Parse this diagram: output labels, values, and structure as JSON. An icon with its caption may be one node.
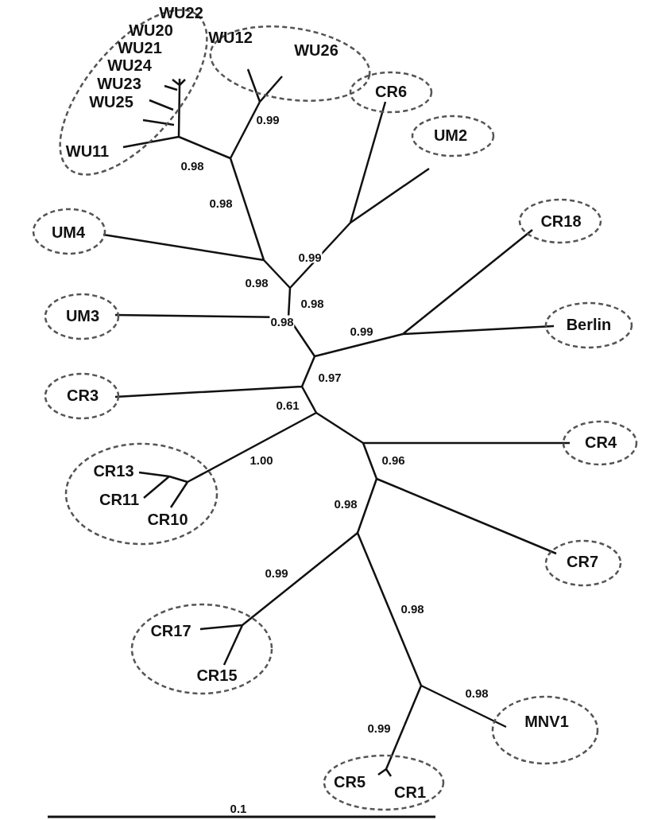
{
  "diagram": {
    "nodes": [
      {
        "text": [
          "WU22",
          "WU20",
          "WU21",
          "WU24",
          "WU23",
          "WU25",
          "WU11"
        ]
      },
      {
        "text": [
          "WU12",
          "WU26"
        ]
      },
      {
        "text": [
          "CR6"
        ]
      },
      {
        "text": [
          "UM2"
        ]
      },
      {
        "text": [
          "CR18"
        ]
      },
      {
        "text": [
          "UM4"
        ]
      },
      {
        "text": [
          "UM3"
        ]
      },
      {
        "text": [
          "Berlin"
        ]
      },
      {
        "text": [
          "CR3"
        ]
      },
      {
        "text": [
          "CR4"
        ]
      },
      {
        "text": [
          "CR13",
          "CR11",
          "CR10"
        ]
      },
      {
        "text": [
          "CR7"
        ]
      },
      {
        "text": [
          "CR17",
          "CR15"
        ]
      },
      {
        "text": [
          "MNV1"
        ]
      },
      {
        "text": [
          "CR5",
          "CR1"
        ]
      }
    ],
    "labels": [
      "0.99",
      "0.98",
      "0.98",
      "0.99",
      "0.98",
      "0.98",
      "0.98",
      "0.99",
      "0.97",
      "0.61",
      "1.00",
      "0.96",
      "0.98",
      "0.99",
      "0.98",
      "0.98",
      "0.99",
      "0.1"
    ]
  }
}
